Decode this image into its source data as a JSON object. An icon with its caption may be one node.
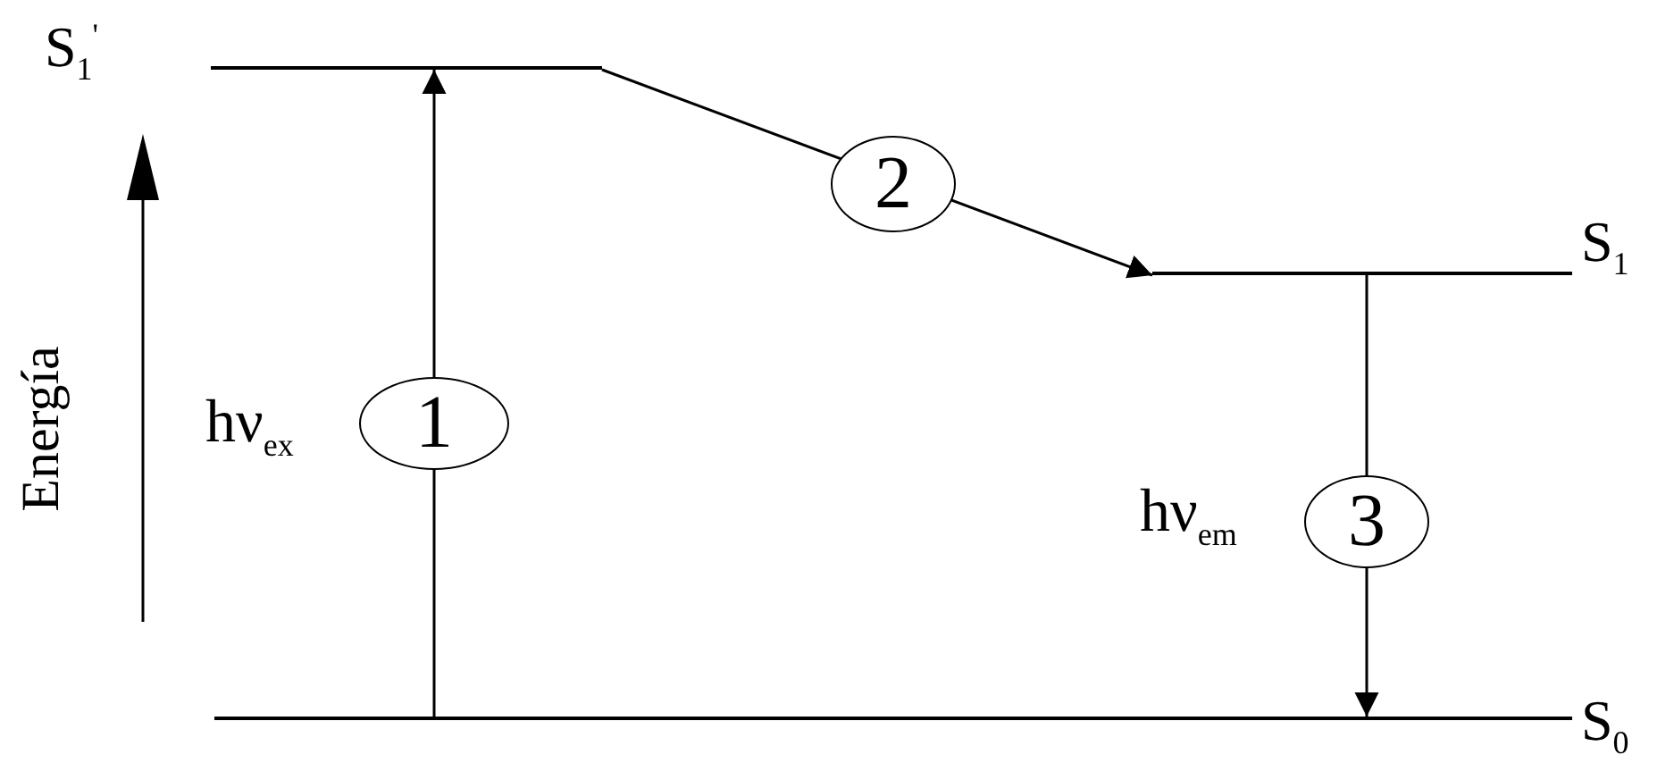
{
  "diagram": {
    "nodes": [
      {
        "text": [
          "S$_{1}$$^{'}$"
        ]
      },
      {
        "text": [
          "S$_{1}$"
        ]
      },
      {
        "text": [
          "S$_{0}$"
        ]
      }
    ],
    "edges": [
      {
        "from": 2,
        "to": 0,
        "arrow": "to",
        "label": "1"
      },
      {
        "from": 0,
        "to": 1,
        "arrow": "to",
        "label": "2"
      },
      {
        "from": 1,
        "to": 2,
        "arrow": "to",
        "label": "3"
      }
    ],
    "labels": [
      "Energía",
      "hν$_{ex}$",
      "hν$_{em}$"
    ]
  }
}
